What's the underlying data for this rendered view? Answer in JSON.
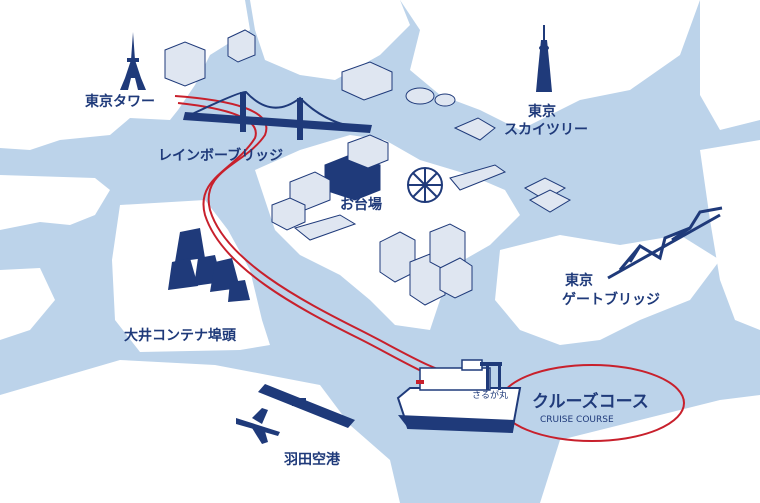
{
  "colors": {
    "water": "#bcd3ea",
    "land": "#ffffff",
    "landmark": "#1f3a7a",
    "building_light": "#dfe6f1",
    "route": "#c8202c"
  },
  "labels": {
    "tokyo_tower": "東京タワー",
    "rainbow_bridge": "レインボーブリッジ",
    "odaiba": "お台場",
    "skytree_line1": "東京",
    "skytree_line2": "スカイツリー",
    "gate_bridge_line1": "東京",
    "gate_bridge_line2": "ゲートブリッジ",
    "oi_container": "大井コンテナ埠頭",
    "haneda": "羽田空港",
    "cruise_title": "クルーズコース",
    "cruise_sub": "CRUISE COURSE"
  },
  "ship": {
    "name_marking": "さるが丸"
  },
  "icons": [
    "tokyo-tower-icon",
    "skytree-icon",
    "ship-icon",
    "airplane-icon",
    "ferris-wheel-icon",
    "crane-icon",
    "bridge-icon"
  ]
}
